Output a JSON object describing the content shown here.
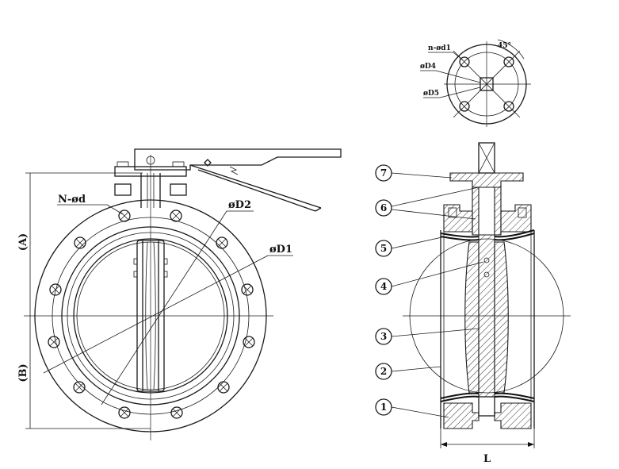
{
  "front_view": {
    "labels": {
      "bolt_holes": "N-ød",
      "diameter_2": "øD2",
      "diameter_1": "øD1",
      "height_a": "(A)",
      "height_b": "(B)"
    }
  },
  "top_flange_view": {
    "labels": {
      "holes": "n-ød1",
      "angle": "45°",
      "diameter_4": "øD4",
      "diameter_5": "øD5"
    }
  },
  "section_view": {
    "length_label": "L",
    "part_numbers": [
      "7",
      "6",
      "5",
      "4",
      "3",
      "2",
      "1"
    ]
  }
}
